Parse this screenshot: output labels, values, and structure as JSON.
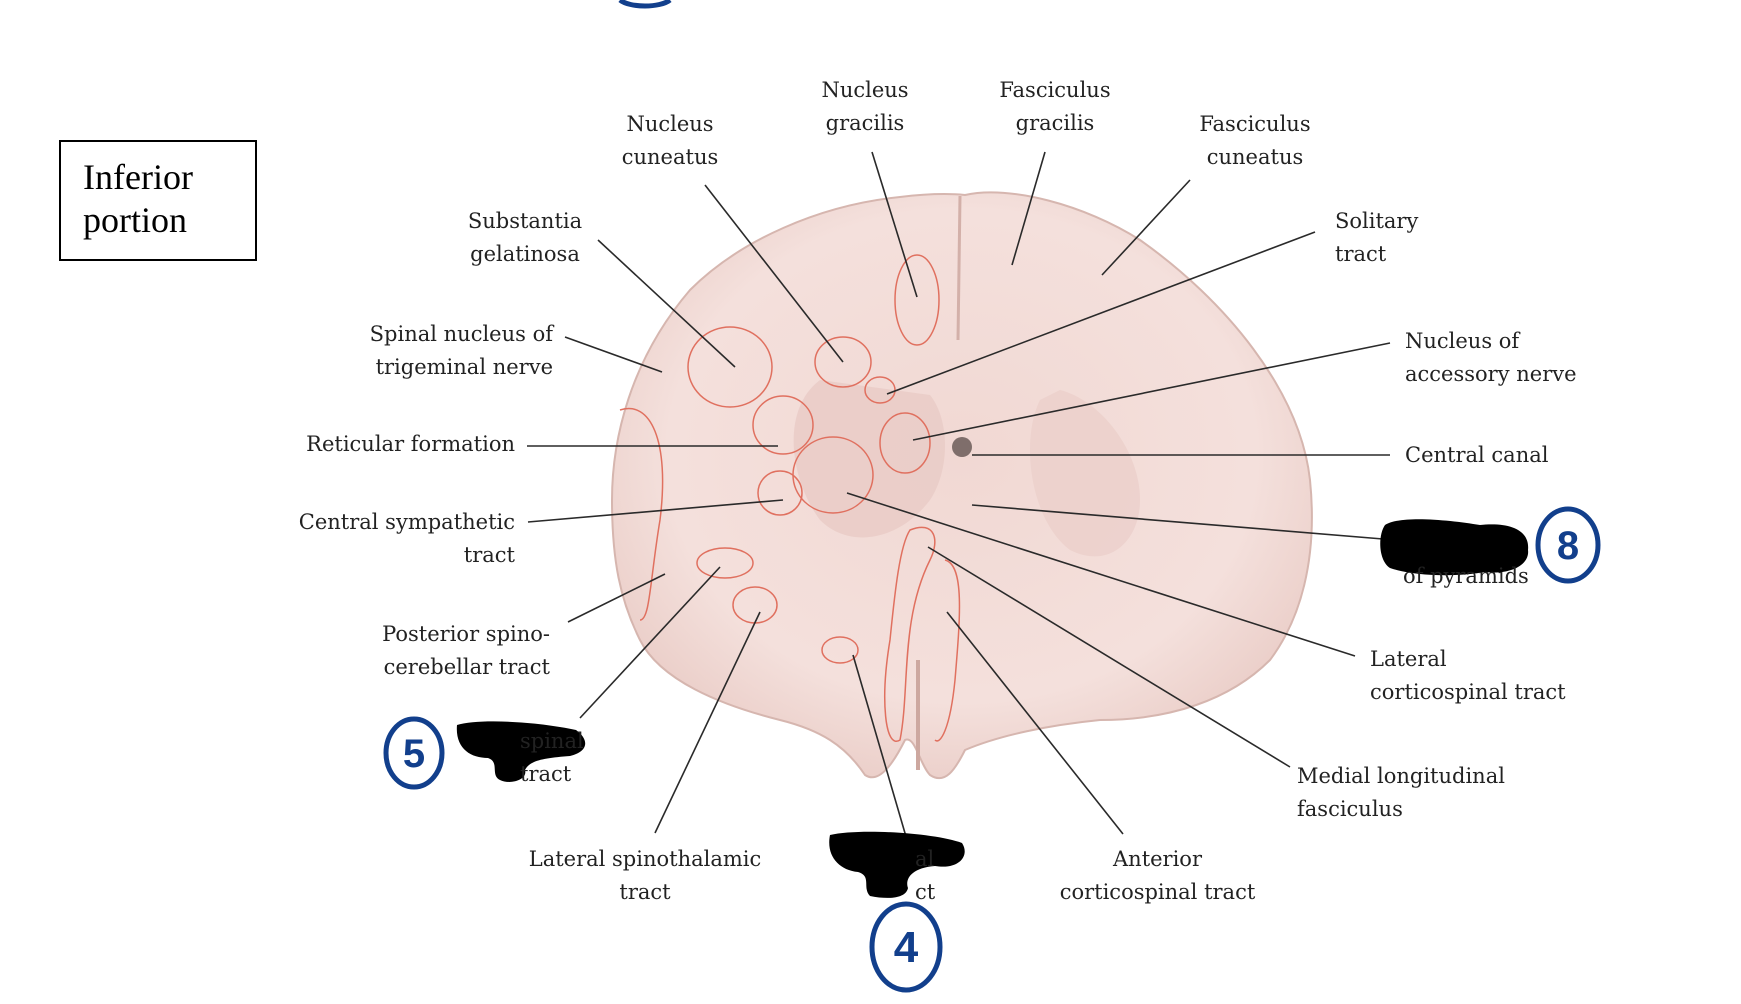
{
  "box_label": "Inferior\nportion",
  "labels": {
    "nucleus_gracilis": "Nucleus\ngracilis",
    "fasciculus_gracilis": "Fasciculus\ngracilis",
    "nucleus_cuneatus": "Nucleus\ncuneatus",
    "fasciculus_cuneatus": "Fasciculus\ncuneatus",
    "substantia_gelatinosa": "Substantia\ngelatinosa",
    "solitary_tract": "Solitary\ntract",
    "spinal_nucleus_trigeminal": "Spinal nucleus of\ntrigeminal nerve",
    "nucleus_accessory": "Nucleus of\naccessory nerve",
    "reticular_formation": "Reticular formation",
    "central_canal": "Central canal",
    "central_sympathetic": "Central sympathetic\ntract",
    "decussation_partial": "of pyramids",
    "posterior_spinocerebellar": "Posterior spino-\ncerebellar tract",
    "lateral_corticospinal": "Lateral\ncorticospinal tract",
    "anterior_spinocerebellar_partial": "spinal\ntract",
    "medial_longitudinal": "Medial longitudinal\nfasciculus",
    "lateral_spinothalamic": "Lateral spinothalamic\ntract",
    "anterior_spinothalamic_partial": "al\nct",
    "anterior_corticospinal": "Anterior\ncorticospinal tract"
  },
  "markers": {
    "m8": "8",
    "m5": "5",
    "m4": "4"
  },
  "colors": {
    "tissue": "#f3dcd7",
    "tissue_edge": "#d8b9b2",
    "nucleus_outline": "#e0705f",
    "leader": "#2a2a2a",
    "marker": "#123f8c",
    "redaction": "#000000"
  }
}
